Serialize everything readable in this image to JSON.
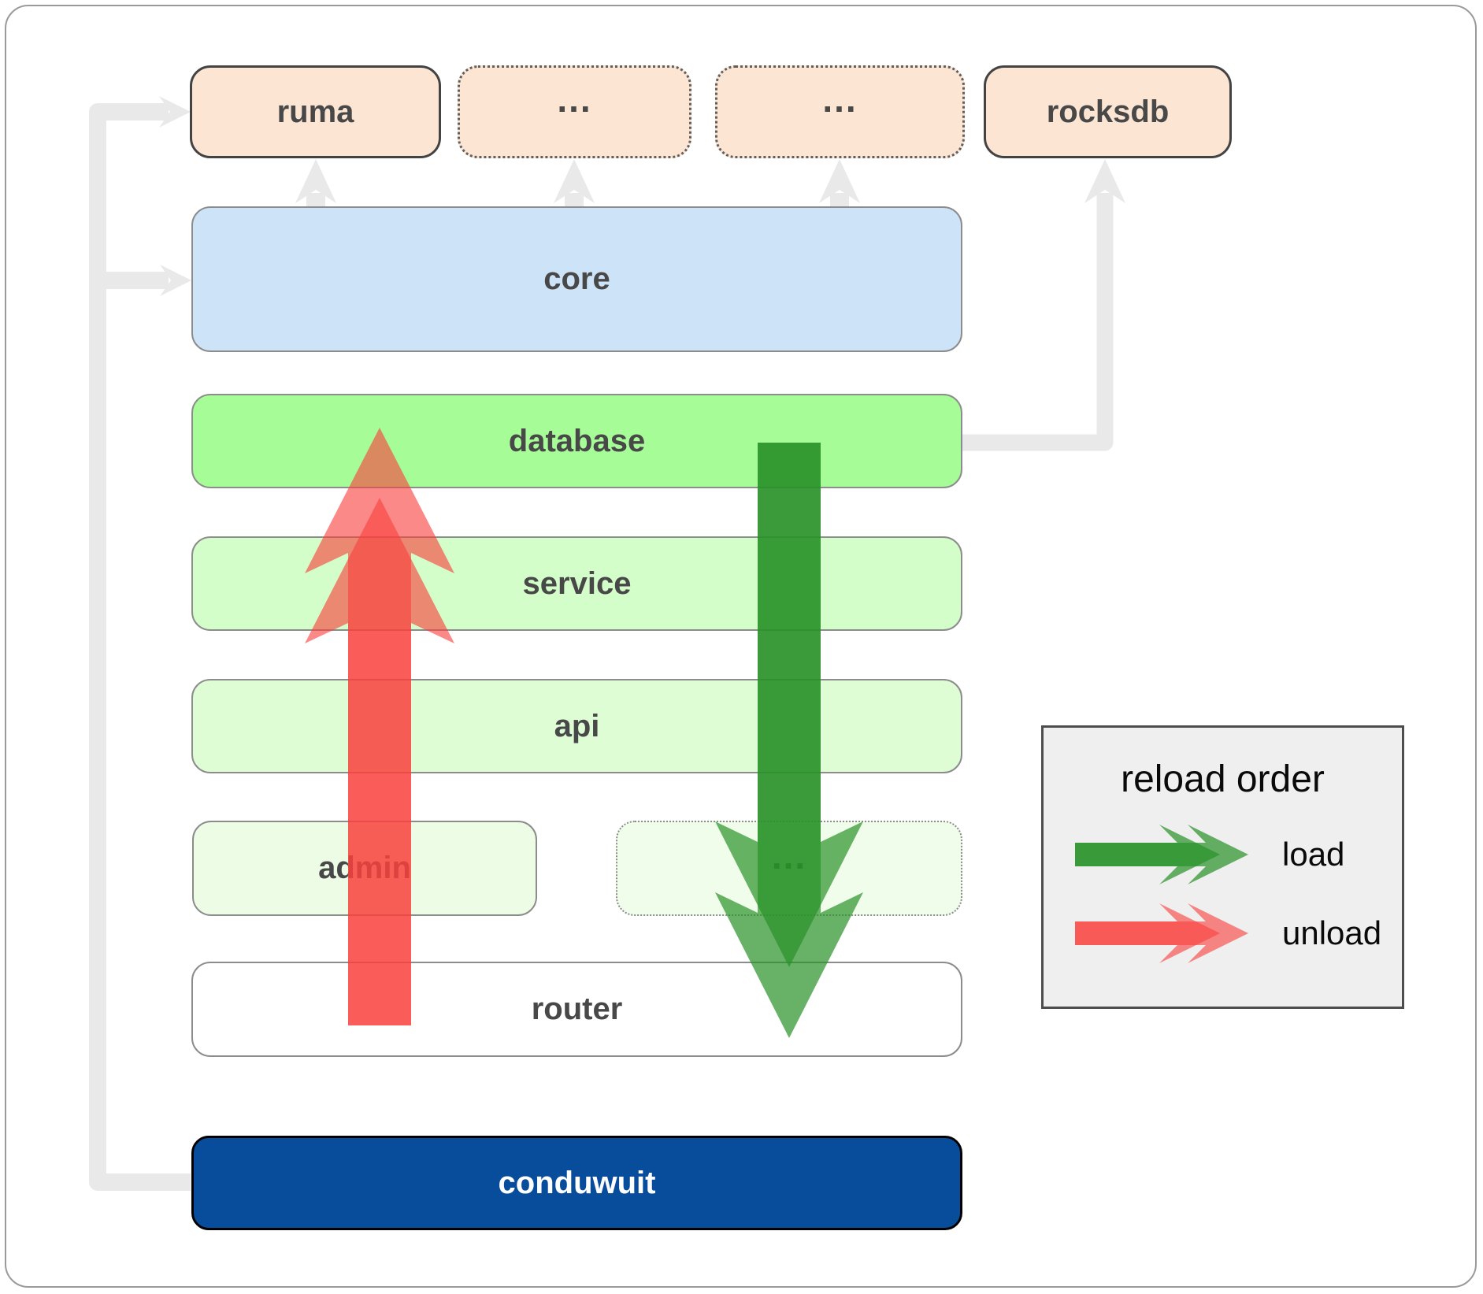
{
  "boxes": {
    "ruma": "ruma",
    "more1": "...",
    "more2": "...",
    "rocksdb": "rocksdb",
    "core": "core",
    "database": "database",
    "service": "service",
    "api": "api",
    "admin": "admin",
    "admin_more": "...",
    "router": "router",
    "conduwuit": "conduwuit"
  },
  "legend": {
    "title": "reload order",
    "load_label": "load",
    "unload_label": "unload"
  },
  "colors": {
    "load": "#289128",
    "unload": "#f9403e",
    "connector": "#e9e9e9",
    "conduwuit_blue": "#084d9c",
    "core_blue": "#cde3f8",
    "database_green": "#a6fc96",
    "module_peach": "#fde5d3"
  }
}
